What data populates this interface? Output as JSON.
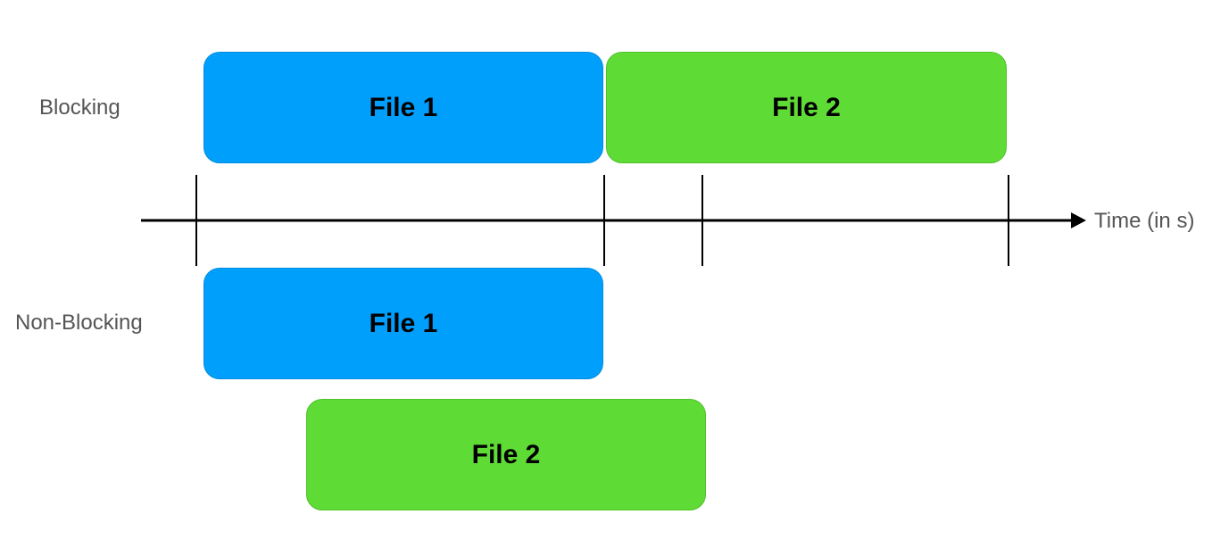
{
  "rows": {
    "blocking_label": "Blocking",
    "nonblocking_label": "Non-Blocking"
  },
  "blocks": {
    "blocking": [
      {
        "label": "File 1",
        "color": "#009ffc"
      },
      {
        "label": "File 2",
        "color": "#5fdb36"
      }
    ],
    "nonblocking": [
      {
        "label": "File 1",
        "color": "#009ffc"
      },
      {
        "label": "File 2",
        "color": "#5fdb36"
      }
    ]
  },
  "axis": {
    "label": "Time (in s)"
  }
}
